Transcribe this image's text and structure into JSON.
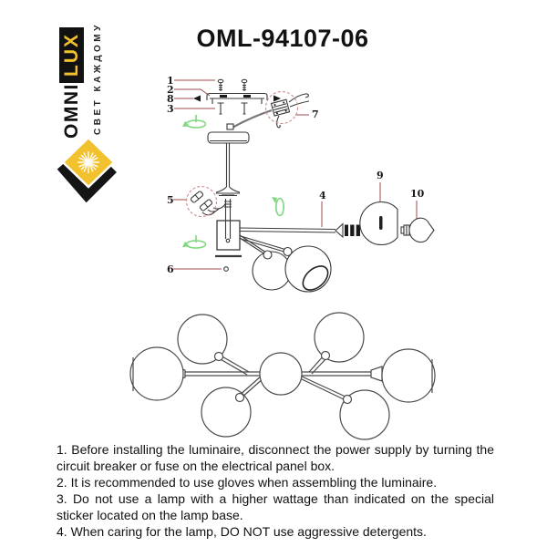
{
  "brand": {
    "name_primary": "OMNI",
    "name_accent": "LUX",
    "tagline": "СВЕТ КАЖДОМУ"
  },
  "header": {
    "model": "OML-94107-06"
  },
  "diagram": {
    "part_labels": {
      "n1": "1",
      "n2": "2",
      "n3": "3",
      "n4": "4",
      "n5": "5",
      "n6": "6",
      "n7": "7",
      "n8": "8",
      "n9": "9",
      "n10": "10"
    }
  },
  "instructions": {
    "items": [
      "1. Before installing the luminaire, disconnect the power supply by turning the circuit breaker or fuse on the electrical panel box.",
      "2. It is recommended to use gloves when assembling the luminaire.",
      "3. Do not use a lamp with a higher wattage than indicated on the special sticker located on the lamp base.",
      "4. When caring for the lamp, DO NOT use aggressive detergents."
    ]
  },
  "colors": {
    "leader_red": "#a14b4b",
    "dashed_red": "#cc8c8c",
    "icon_green": "#7ed87e",
    "brand_yellow": "#f2c12e",
    "ink": "#1a1a1a"
  }
}
